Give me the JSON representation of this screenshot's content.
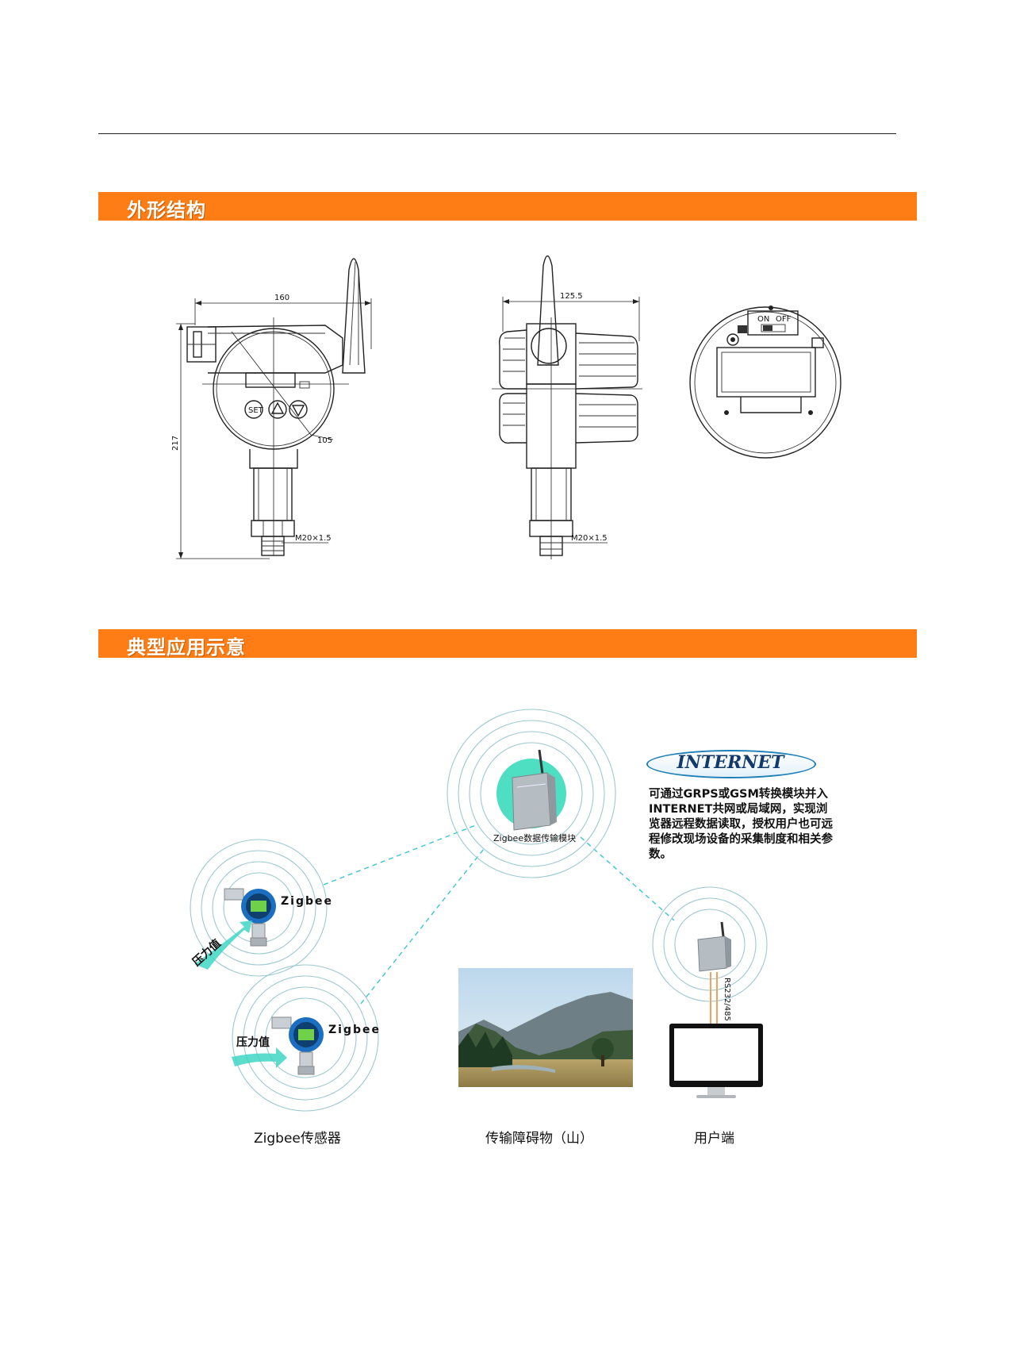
{
  "sections": {
    "structure_title": "外形结构",
    "application_title": "典型应用示意"
  },
  "drawing": {
    "front_width": "160",
    "front_height": "217",
    "front_diameter": "105",
    "front_thread": "M20×1.5",
    "side_width": "125.5",
    "side_thread": "M20×1.5",
    "set_button": "SET",
    "switch_on": "ON",
    "switch_off": "OFF"
  },
  "diagram": {
    "module_label": "Zigbee数据传输模块",
    "internet_label": "INTERNET",
    "internet_description": "可通过GRPS或GSM转换模块并入INTERNET共网或局域网，实现浏览器远程数据读取，授权用户也可远程修改现场设备的采集制度和相关参数。",
    "zigbee_label_1": "Zigbee",
    "zigbee_label_2": "Zigbee",
    "pressure_label_1": "压力值",
    "pressure_label_2": "压力值",
    "rs_label": "RS232/485",
    "captions": {
      "sensor": "Zigbee传感器",
      "obstacle": "传输障碍物（山）",
      "user": "用户端"
    }
  },
  "colors": {
    "banner": "#ff7d14",
    "ring": "#9dc9d2",
    "link": "#39c6d6",
    "module_glow": "#2fd9b9",
    "sensor_blue": "#1c6fc0"
  }
}
